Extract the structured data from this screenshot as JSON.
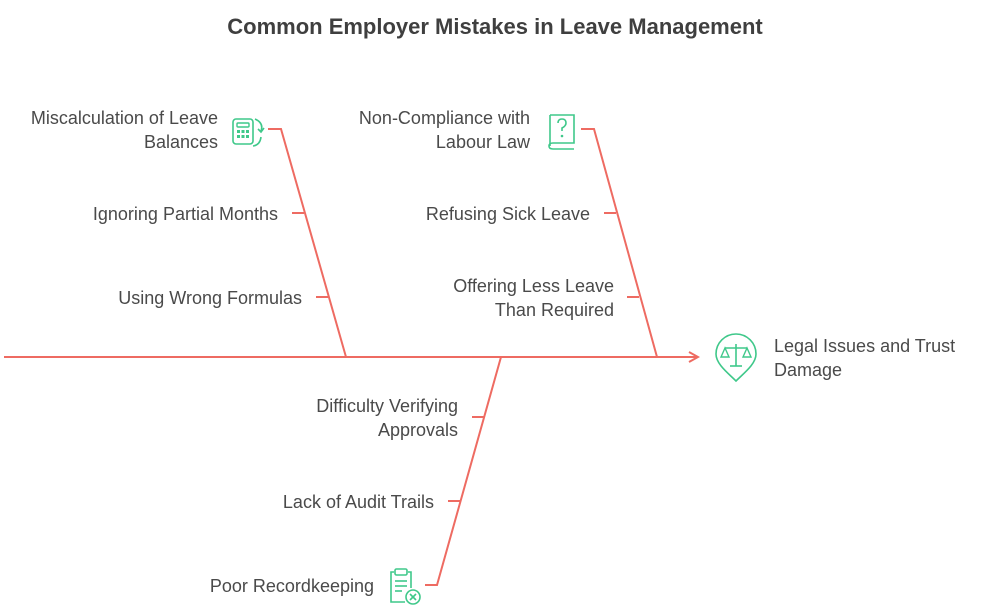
{
  "title": "Common Employer Mistakes in Leave Management",
  "colors": {
    "bone": "#ee6b62",
    "icon": "#3fc88a",
    "text": "#4a4a4a"
  },
  "effect": {
    "label_line1": "Legal Issues and Trust",
    "label_line2": "Damage",
    "icon": "scales-pin-icon"
  },
  "categories": [
    {
      "name_line1": "Miscalculation of Leave",
      "name_line2": "Balances",
      "icon": "calculator-icon",
      "causes": [
        "Ignoring Partial Months",
        "Using Wrong Formulas"
      ]
    },
    {
      "name_line1": "Non-Compliance with",
      "name_line2": "Labour Law",
      "icon": "question-book-icon",
      "causes": [
        "Refusing Sick Leave"
      ],
      "cause2_line1": "Offering Less Leave",
      "cause2_line2": "Than Required"
    },
    {
      "name": "Poor Recordkeeping",
      "icon": "clipboard-x-icon",
      "cause1_line1": "Difficulty Verifying",
      "cause1_line2": "Approvals",
      "causes": [
        "Lack of Audit Trails"
      ]
    }
  ]
}
